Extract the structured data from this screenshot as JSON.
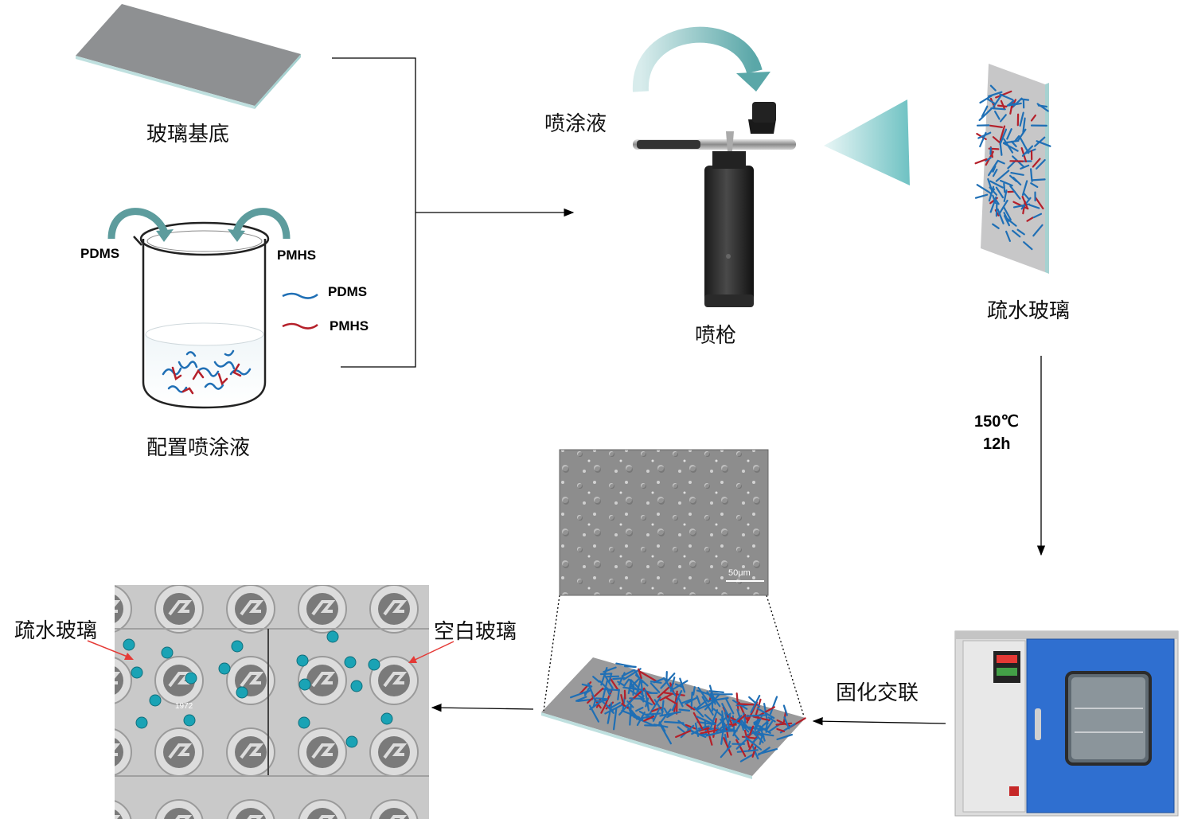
{
  "labels": {
    "glass_substrate": "玻璃基底",
    "prepare_solution": "配置喷涂液",
    "spray_solution": "喷涂液",
    "spray_gun": "喷枪",
    "hydrophobic_glass": "疏水玻璃",
    "hydrophobic_glass_photo": "疏水玻璃",
    "blank_glass": "空白玻璃",
    "curing": "固化交联",
    "temp": "150℃",
    "time": "12h"
  },
  "beaker": {
    "left_input": "PDMS",
    "right_input": "PMHS",
    "legend": [
      {
        "name": "PDMS",
        "color": "#1f6fb5"
      },
      {
        "name": "PMHS",
        "color": "#b5202a"
      }
    ]
  },
  "sem": {
    "scale_bar": "50μm"
  },
  "photo": {
    "logo_year": "1972"
  },
  "colors": {
    "pdms": "#1f6fb5",
    "pmhs": "#b5202a",
    "droplet": "#1aa3b5",
    "oven_blue": "#2f6fd0"
  }
}
